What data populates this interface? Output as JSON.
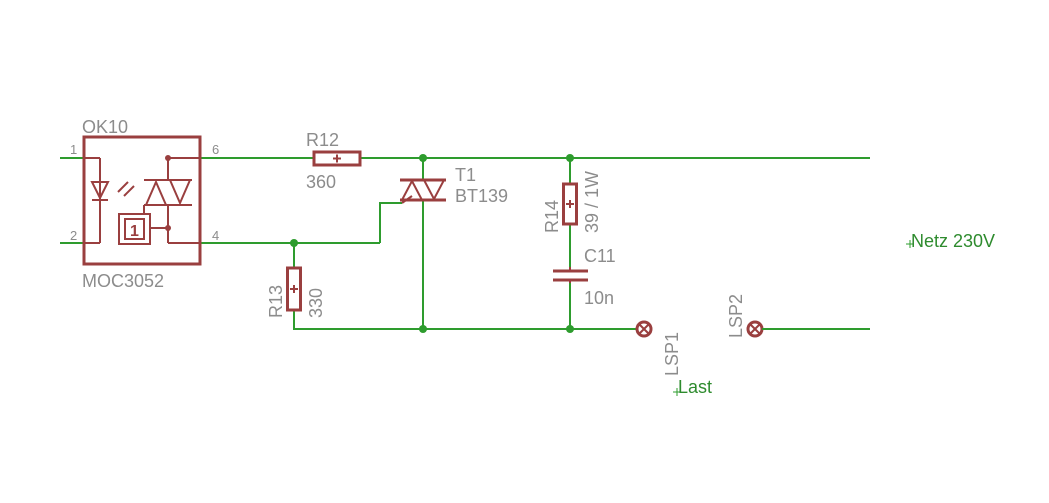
{
  "optocoupler": {
    "name": "OK10",
    "value": "MOC3052",
    "pins": [
      "1",
      "2",
      "6",
      "4"
    ]
  },
  "r12": {
    "name": "R12",
    "value": "360"
  },
  "r13": {
    "name": "R13",
    "value": "330"
  },
  "r14": {
    "name": "R14",
    "value": "39 / 1W"
  },
  "c11": {
    "name": "C11",
    "value": "10n"
  },
  "triac": {
    "name": "T1",
    "value": "BT139"
  },
  "lsp1": {
    "name": "LSP1"
  },
  "lsp2": {
    "name": "LSP2"
  },
  "nets": {
    "mains": "Netz 230V",
    "load": "Last"
  },
  "colors": {
    "wire": "#2e9c2e",
    "part": "#9a3f3f",
    "label": "#8c8c8c"
  }
}
